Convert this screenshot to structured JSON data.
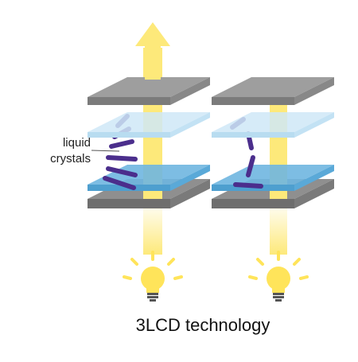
{
  "label": {
    "line1": "liquid",
    "line2": "crystals"
  },
  "caption": "3LCD technology",
  "colors": {
    "light_beam": "#fde97a",
    "arrow": "#fde97a",
    "gray_panel": "#9e9e9e",
    "gray_panel_dark": "#6e6e6e",
    "light_blue_panel": "#cfe8f7",
    "blue_panel": "#6fb6e0",
    "crystal": "#4b2e8c",
    "bulb": "#ffe45a",
    "bulb_rays": "#ffe45a",
    "bulb_base": "#555555"
  }
}
